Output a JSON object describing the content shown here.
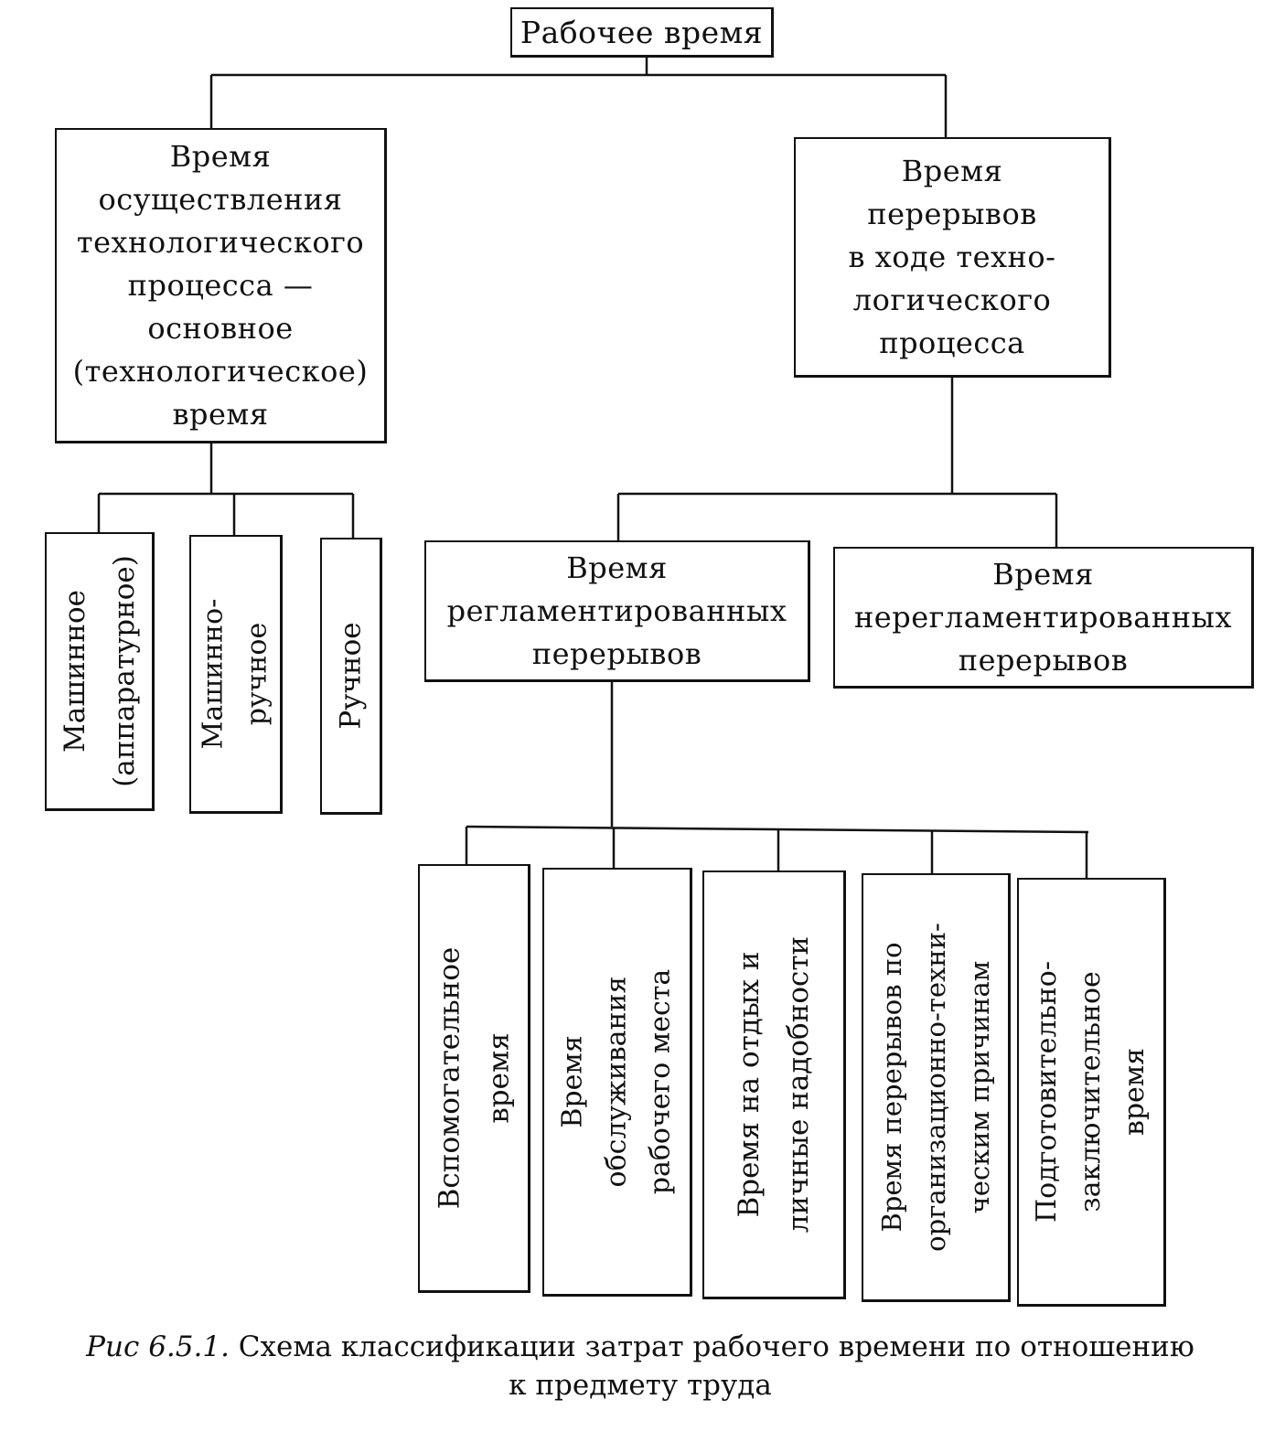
{
  "nodes": {
    "root": {
      "lines": [
        "Рабочее время"
      ]
    },
    "tech_time": {
      "lines": [
        "Время",
        "осуществления",
        "технологического",
        "процесса —",
        "основное",
        "(технологическое)",
        "время"
      ]
    },
    "break_time": {
      "lines": [
        "Время",
        "перерывов",
        "в ходе техно-",
        "логического",
        "процесса"
      ]
    },
    "machine": {
      "lines": [
        "Машинное",
        "(аппаратурное)"
      ]
    },
    "machine_manual": {
      "lines": [
        "Машинно-",
        "ручное"
      ]
    },
    "manual": {
      "lines": [
        "Ручное"
      ]
    },
    "regulated": {
      "lines": [
        "Время",
        "регламентированных",
        "перерывов"
      ]
    },
    "unregulated": {
      "lines": [
        "Время",
        "нерегламентированных",
        "перерывов"
      ]
    },
    "auxiliary": {
      "lines": [
        "Вспомогательное",
        "время"
      ]
    },
    "service": {
      "lines": [
        "Время",
        "обслуживания",
        "рабочего места"
      ]
    },
    "rest": {
      "lines": [
        "Время на отдых и",
        "личные надобности"
      ]
    },
    "org_tech": {
      "lines": [
        "Время перерывов по",
        "организационно-техни-",
        "ческим причинам"
      ]
    },
    "prep_final": {
      "lines": [
        "Подготовительно-",
        "заключительное",
        "время"
      ]
    }
  },
  "caption": {
    "label": "Рис 6.5.1.",
    "text": " Схема классификации затрат рабочего времени по отношению",
    "text2": "к предмету труда"
  }
}
